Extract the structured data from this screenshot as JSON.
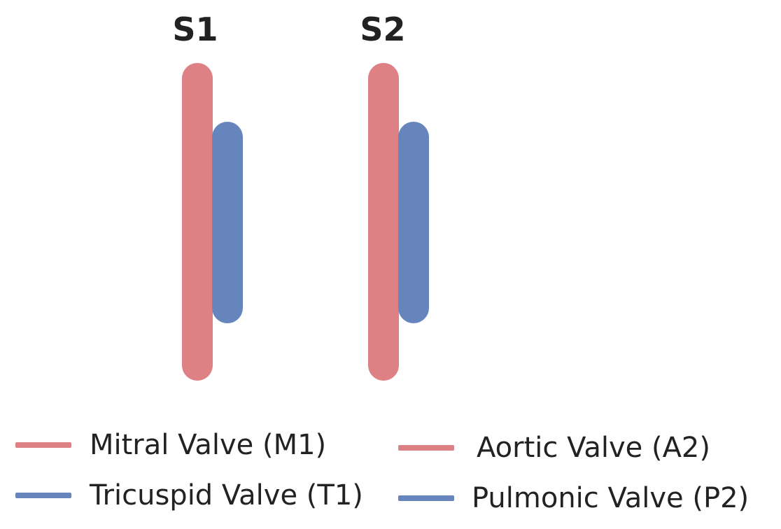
{
  "colors": {
    "red": "#dd8185",
    "blue": "#6585bc"
  },
  "groups": [
    {
      "label": "S1",
      "bars": [
        "M1",
        "T1"
      ]
    },
    {
      "label": "S2",
      "bars": [
        "A2",
        "P2"
      ]
    }
  ],
  "legend": [
    {
      "label": "Mitral Valve (M1)",
      "color": "red"
    },
    {
      "label": "Tricuspid Valve (T1)",
      "color": "blue"
    },
    {
      "label": "Aortic Valve (A2)",
      "color": "red"
    },
    {
      "label": "Pulmonic Valve (P2)",
      "color": "blue"
    }
  ]
}
